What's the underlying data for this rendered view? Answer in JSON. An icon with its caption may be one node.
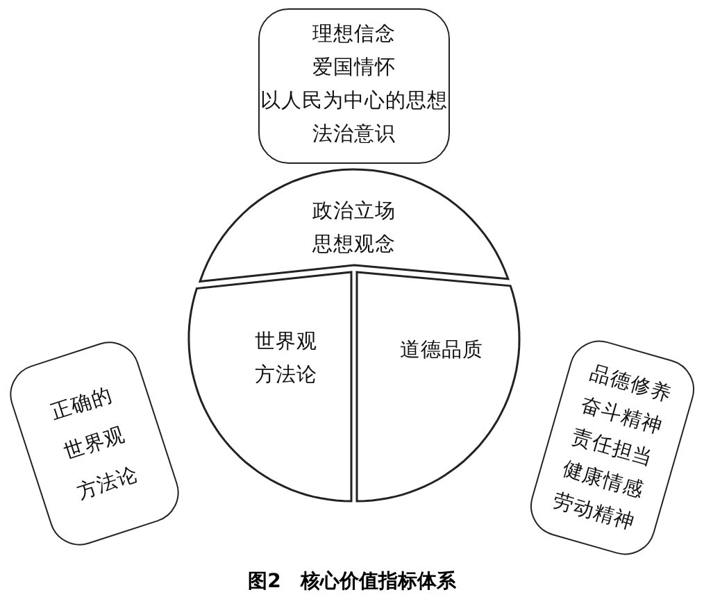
{
  "diagram": {
    "caption": "图2　核心价值指标体系",
    "nodes": [
      {
        "text": [
          "理想信念",
          "爱国情怀",
          "以人民为中心的思想",
          "法治意识"
        ]
      },
      {
        "text": [
          "政治立场",
          "思想观念"
        ]
      },
      {
        "text": [
          "世界观",
          "方法论"
        ]
      },
      {
        "text": [
          "道德品质"
        ]
      },
      {
        "text": [
          "正确的世界观方法论"
        ]
      },
      {
        "text": [
          "品德修养",
          "奋斗精神",
          "责任担当",
          "健康情感",
          "劳动精神"
        ]
      }
    ],
    "edges": []
  }
}
